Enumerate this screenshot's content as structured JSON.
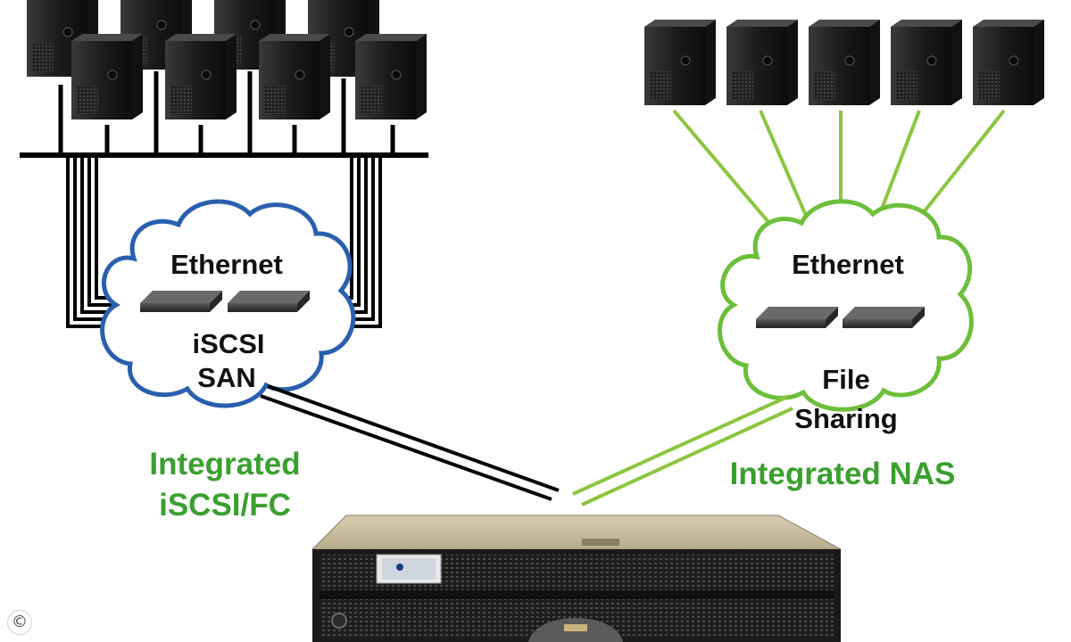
{
  "san_cloud": {
    "title": "Ethernet",
    "line1": "iSCSI",
    "line2": "SAN"
  },
  "nas_cloud": {
    "title": "Ethernet",
    "line1": "File",
    "line2": "Sharing"
  },
  "labels": {
    "integrated_san_line1": "Integrated",
    "integrated_san_line2": "iSCSI/FC",
    "integrated_nas": "Integrated NAS"
  },
  "copyright_symbol": "©",
  "colors": {
    "san_cloud_border": "#2a5fae",
    "nas_cloud_border": "#6cbf3a",
    "nas_links": "#8cc63f",
    "label_green": "#3aa02e",
    "server_body": "#1e1e1e"
  },
  "icons": {
    "server": "tower-server-icon",
    "switch": "network-switch-icon",
    "storage": "rack-storage-appliance-icon"
  }
}
